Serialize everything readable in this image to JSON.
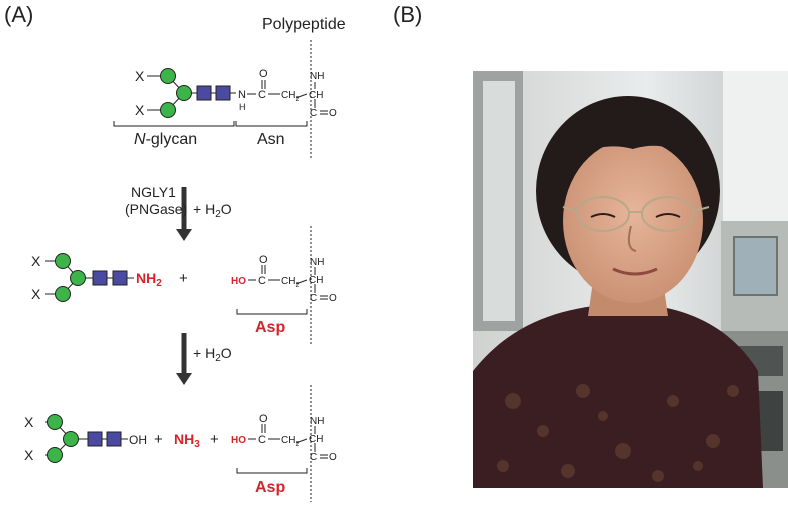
{
  "panel_a": {
    "label": "(A)",
    "polypeptide": "Polypeptide",
    "x": "X",
    "nh": "NH",
    "h": "H",
    "ch": "CH",
    "o": "O",
    "ch2": "CH",
    "c": "C",
    "dbl_o": "O",
    "n": "N",
    "ho": "HO",
    "oh": "OH",
    "nglycan_n": "N",
    "nglycan_rest": "-glycan",
    "asn": "Asn",
    "enzyme_line1": "NGLY1",
    "enzyme_line2": "(PNGase)",
    "water1": "+ H",
    "water2": "+ H",
    "water_o": "O",
    "sub2": "2",
    "nh2": "NH",
    "plus": "+",
    "nh3": "NH",
    "sub3": "3",
    "asp": "Asp",
    "colors": {
      "red": "#d7242a",
      "green": "#3cb44a",
      "blue": "#4a4aa0",
      "arrow": "#333333"
    }
  },
  "panel_b": {
    "label": "(B)"
  }
}
